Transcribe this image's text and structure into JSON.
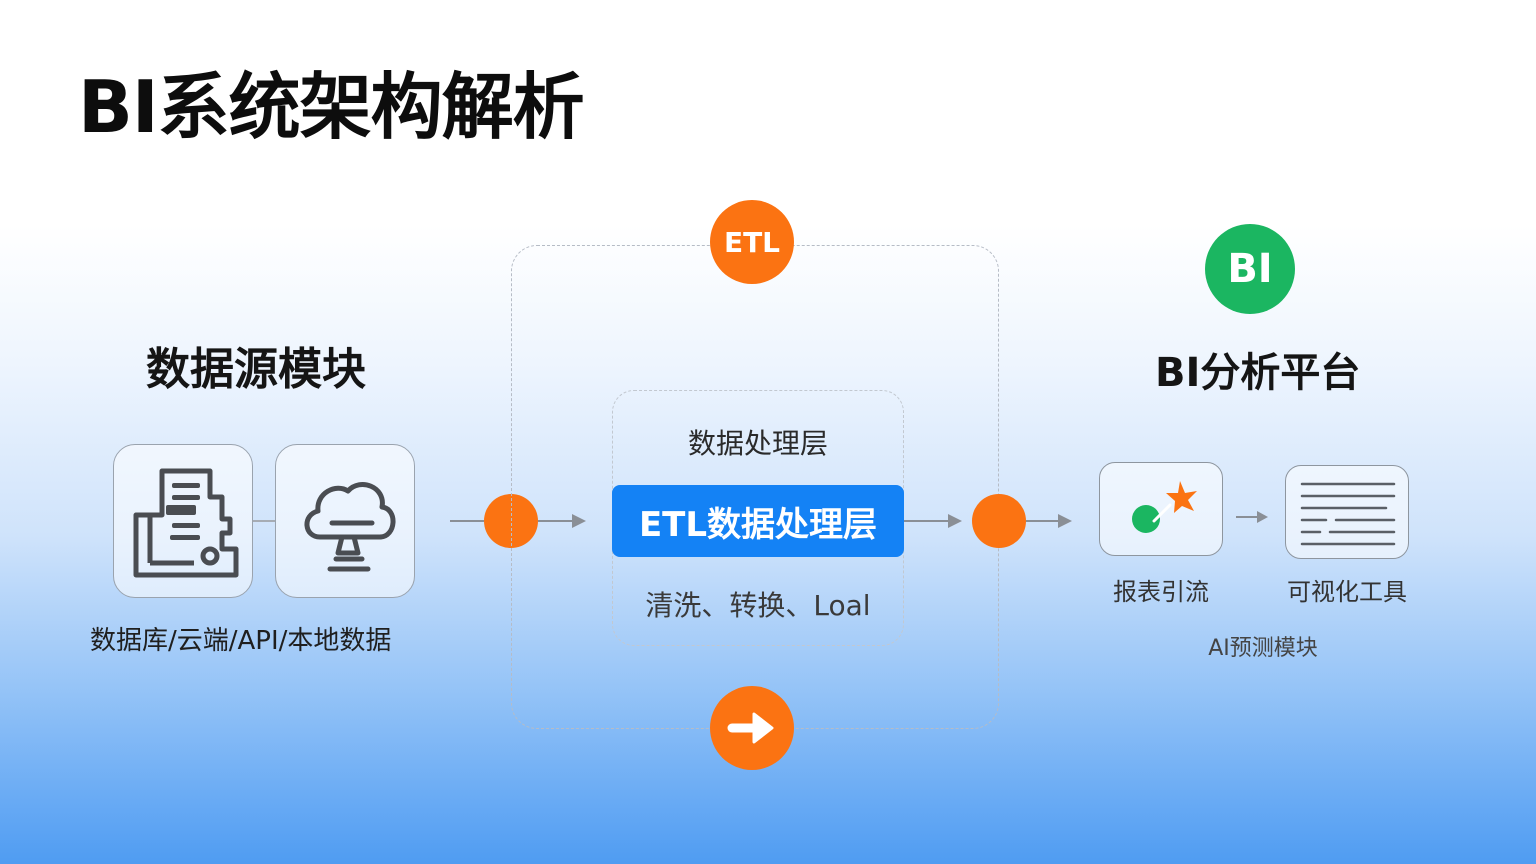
{
  "title": "BI系统架构解析",
  "source_module": {
    "title": "数据源模块",
    "caption": "数据库/云端/API/本地数据",
    "icons": [
      "database-document-icon",
      "cloud-server-icon"
    ]
  },
  "etl": {
    "badge": "ETL",
    "layer_title": "数据处理层",
    "highlight": "ETL数据处理层",
    "steps": "清洗、转换、Loal",
    "bottom_icon": "arrow-right-icon",
    "colors": {
      "orange": "#fb7312",
      "blue": "#1482f5"
    }
  },
  "bi_platform": {
    "badge": "BI",
    "title": "BI分析平台",
    "items": [
      {
        "label": "报表引流",
        "icon": "report-spark-icon"
      },
      {
        "label": "可视化工具",
        "icon": "visualization-lines-icon"
      }
    ],
    "footer": "AI预测模块",
    "colors": {
      "green": "#1bb661"
    }
  }
}
